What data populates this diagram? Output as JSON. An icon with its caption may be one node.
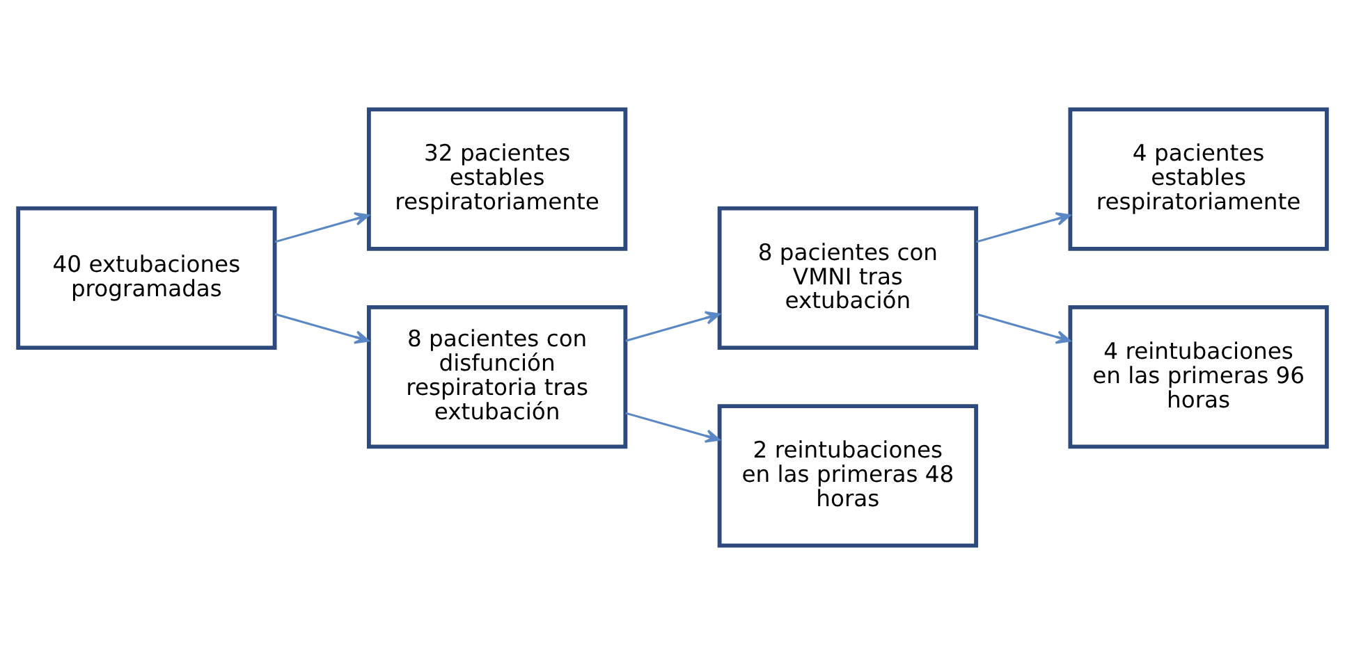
{
  "diagram": {
    "nodes": [
      {
        "text": [
          "40 extubaciones programadas"
        ]
      },
      {
        "text": [
          "32 pacientes estables respiratoriamente"
        ]
      },
      {
        "text": [
          "8 pacientes con disfunción respiratoria tras extubación"
        ]
      },
      {
        "text": [
          "8 pacientes con VMNI tras extubación"
        ]
      },
      {
        "text": [
          "2 reintubaciones en las primeras 48 horas"
        ]
      },
      {
        "text": [
          "4 pacientes estables respiratoriamente"
        ]
      },
      {
        "text": [
          "4 reintubaciones en las primeras 96 horas"
        ]
      }
    ],
    "edges": [
      {
        "from": 0,
        "to": 1,
        "arrow": "to"
      },
      {
        "from": 0,
        "to": 2,
        "arrow": "to"
      },
      {
        "from": 2,
        "to": 3,
        "arrow": "to"
      },
      {
        "from": 2,
        "to": 4,
        "arrow": "to"
      },
      {
        "from": 3,
        "to": 5,
        "arrow": "to"
      },
      {
        "from": 3,
        "to": 6,
        "arrow": "to"
      }
    ]
  }
}
